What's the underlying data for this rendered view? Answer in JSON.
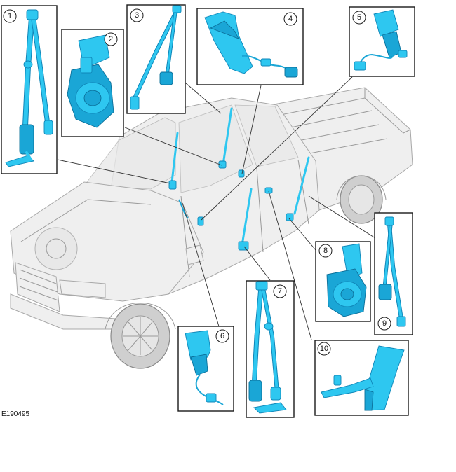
{
  "figure_id": "E190495",
  "callouts": [
    "1",
    "2",
    "3",
    "4",
    "5",
    "6",
    "7",
    "8",
    "9",
    "10"
  ],
  "colors": {
    "component": "#2ec7f0",
    "component_outline": "#0f86b8",
    "vehicle": "#efefef"
  }
}
